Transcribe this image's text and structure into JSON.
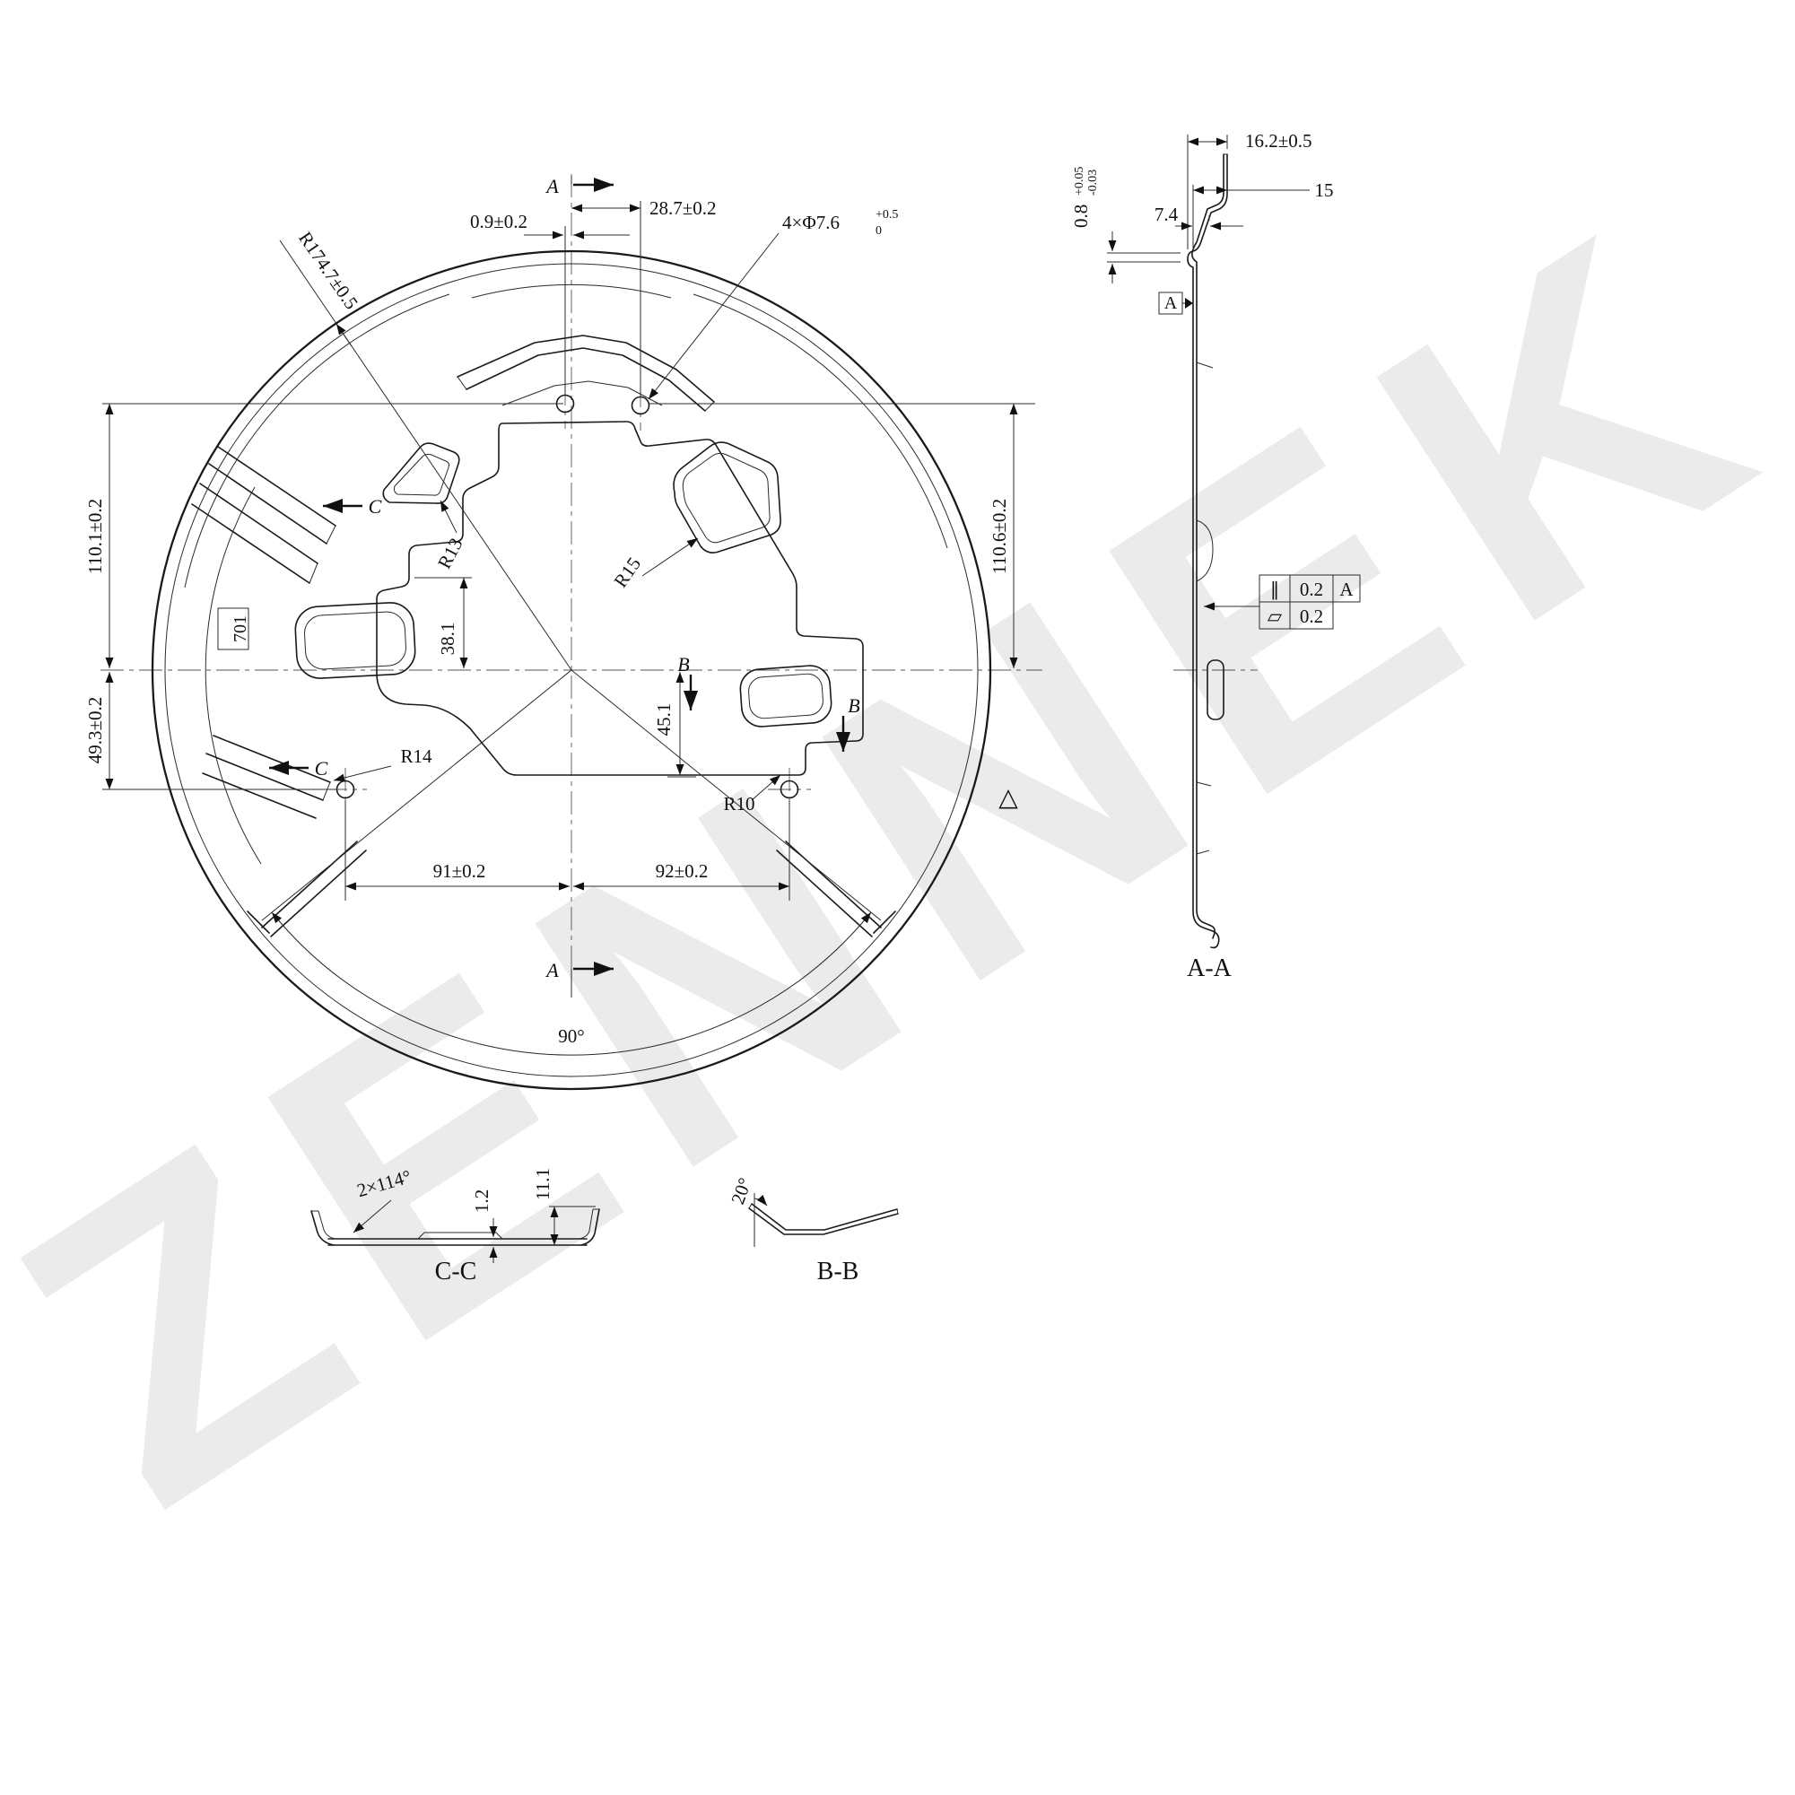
{
  "watermark": "ZENNEK",
  "main": {
    "dim_09": "0.9±0.2",
    "dim_287": "28.7±0.2",
    "holes_label": "4×Φ7.6",
    "holes_tol_up": "+0.5",
    "holes_tol_dn": "0",
    "dim_r": "R174.7±0.5",
    "dim_110_1": "110.1±0.2",
    "dim_110_6": "110.6±0.2",
    "dim_49_3": "49.3±0.2",
    "dim_91": "91±0.2",
    "dim_92": "92±0.2",
    "dim_38_1": "38.1",
    "dim_45_1": "45.1",
    "r13": "R13",
    "r15": "R15",
    "r14": "R14",
    "r10": "R10",
    "angle_90": "90°",
    "stamp": "701",
    "cut_a": "A",
    "cut_b": "B",
    "cut_c": "C",
    "triangle_mark": "△"
  },
  "side": {
    "title": "A-A",
    "dim_16_2": "16.2±0.5",
    "dim_15": "15",
    "dim_7_4": "7.4",
    "dim_0_8": "0.8",
    "dim_0_8_up": "+0.05",
    "dim_0_8_dn": "-0.03",
    "datum": "A",
    "fcf_par_sym": "∥",
    "fcf_par_val": "0.2",
    "fcf_par_datum": "A",
    "fcf_flat_sym": "▱",
    "fcf_flat_val": "0.2"
  },
  "cc": {
    "title": "C-C",
    "angle": "2×114°",
    "thickness": "1.2",
    "height": "11.1"
  },
  "bb": {
    "title": "B-B",
    "angle": "20°"
  }
}
